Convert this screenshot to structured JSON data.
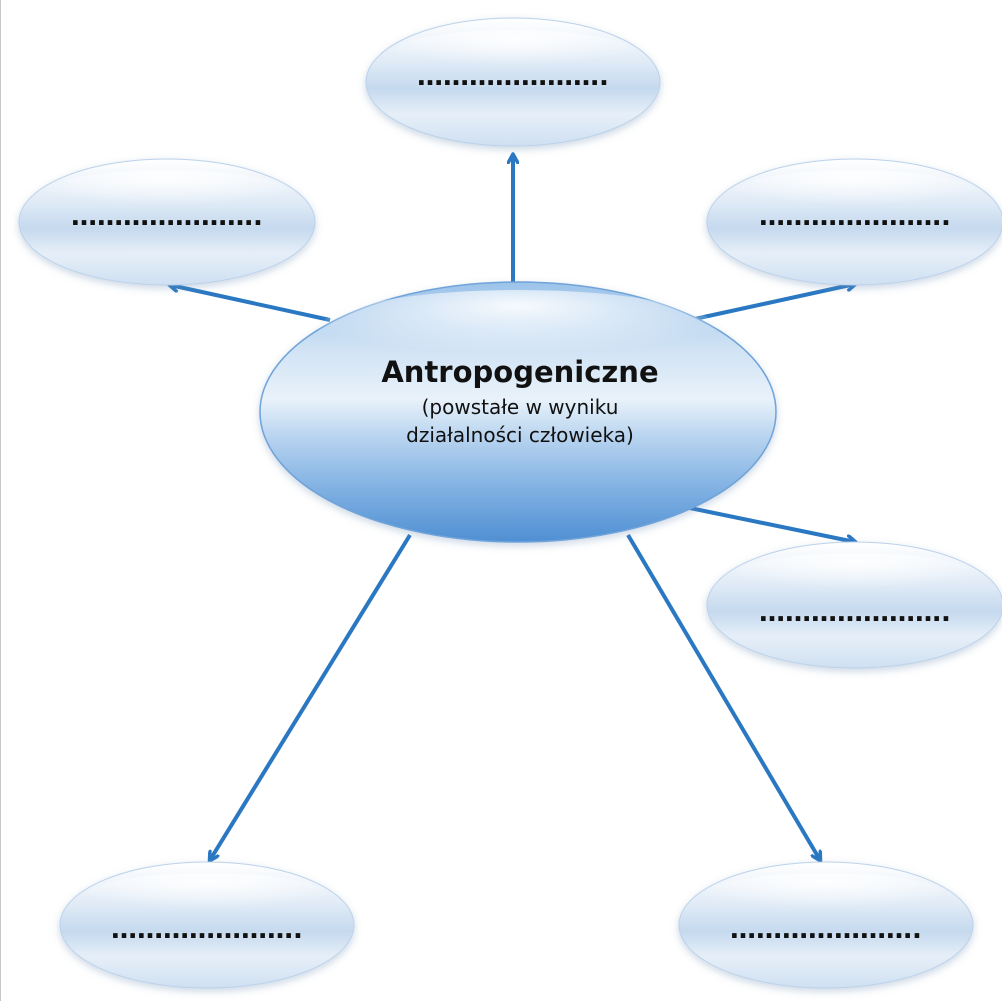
{
  "center": {
    "title": "Antropogeniczne",
    "subtitle_line1": "(powstałe w wyniku",
    "subtitle_line2": "działalności człowieka)"
  },
  "nodes": {
    "top": "………………….",
    "top_left": "………………….",
    "top_right": "………………….",
    "right": "………………….",
    "bottom_left": "………………….",
    "bottom_right": "…………………."
  },
  "colors": {
    "arrow": "#2b78c2",
    "oval_light": "#f5f9fd",
    "oval_mid": "#c9ddf1",
    "oval_dark": "#5f9bd8"
  }
}
